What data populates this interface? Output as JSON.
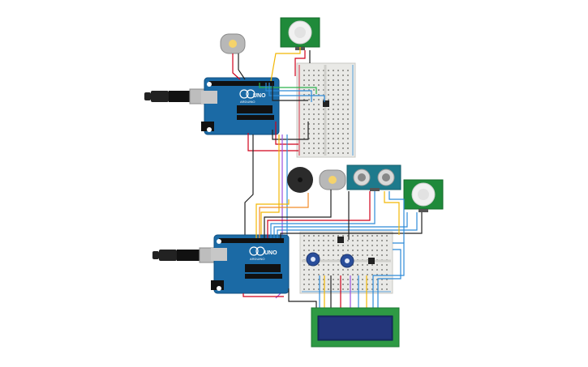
{
  "canvas": {
    "background": "#ffffff"
  },
  "board_top": {
    "brand": "UNO",
    "maker": "ARDUINO"
  },
  "board_bottom": {
    "brand": "UNO",
    "maker": "ARDUINO"
  },
  "colors": {
    "arduino_blue": "#1b6aa5",
    "arduino_dark": "#0f4f80",
    "breadboard": "#e9e9e6",
    "pir_board": "#1f8a3a",
    "sonar_board": "#1e7a8c",
    "lcd_board": "#2e9a44",
    "lcd_screen": "#1c2f6e",
    "wire_red": "#d0021b",
    "wire_black": "#222222",
    "wire_yellow": "#f2b705",
    "wire_orange": "#f28c28",
    "wire_blue": "#2e8bd8",
    "wire_purple": "#9b51e0",
    "wire_green": "#2bb24c",
    "wire_brown": "#8b4513"
  },
  "components": [
    {
      "name": "usb-cable-top",
      "icon": "usb-plug-icon"
    },
    {
      "name": "usb-cable-bottom",
      "icon": "usb-plug-icon"
    },
    {
      "name": "dc-motor-top",
      "icon": "motor-icon"
    },
    {
      "name": "dc-motor-bottom",
      "icon": "motor-icon"
    },
    {
      "name": "pir-sensor-top",
      "icon": "pir-dome-icon"
    },
    {
      "name": "pir-sensor-right",
      "icon": "pir-dome-icon"
    },
    {
      "name": "ultrasonic-sensor",
      "icon": "sonar-icon"
    },
    {
      "name": "piezo-buzzer",
      "icon": "buzzer-icon"
    },
    {
      "name": "lcd-16x2",
      "icon": "lcd-icon"
    },
    {
      "name": "potentiometer-left",
      "icon": "pot-icon"
    },
    {
      "name": "potentiometer-right",
      "icon": "pot-icon"
    }
  ]
}
